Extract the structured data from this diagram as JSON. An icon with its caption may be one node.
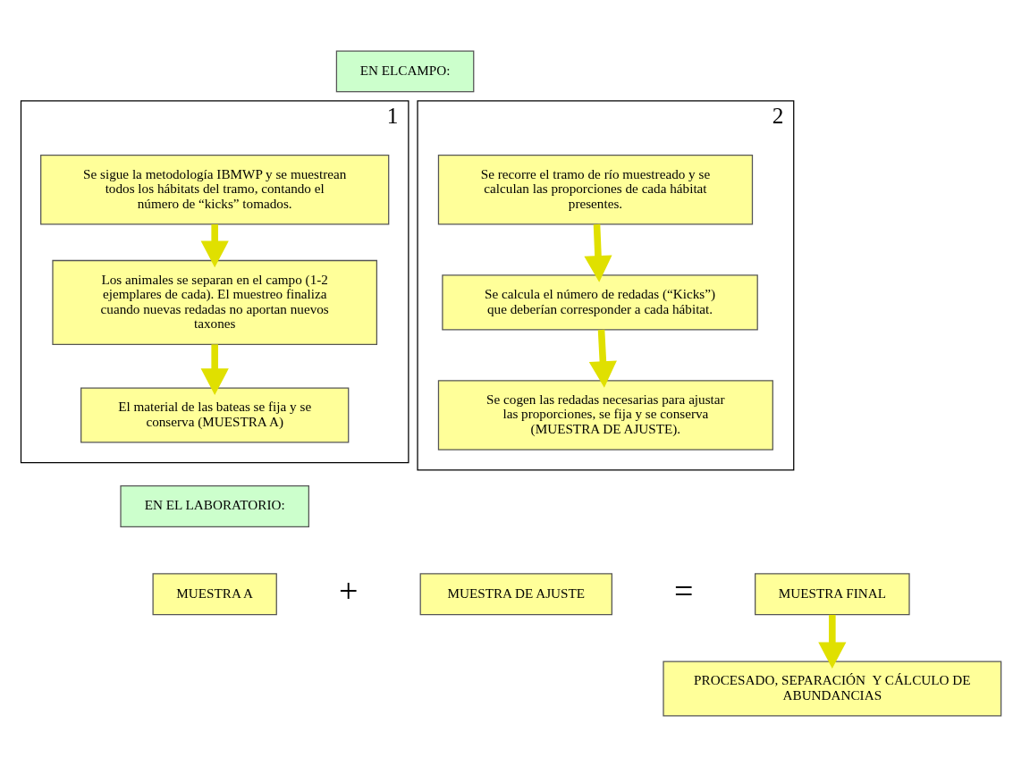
{
  "diagram": {
    "nodes": [
      {
        "text": [
          "EN ELCAMPO:"
        ]
      },
      {
        "text": [
          "1"
        ]
      },
      {
        "text": [
          "Se sigue la metodología IBMWP y se muestrean todos los hábitats del tramo, contando el número de “kicks” tomados."
        ],
        "in": 1
      },
      {
        "text": [
          "Los animales se separan en el campo (1-2 ejemplares de cada). El muestreo finaliza cuando nuevas redadas no aportan nuevos taxones"
        ],
        "in": 1
      },
      {
        "text": [
          "El material de las bateas se fija y se conserva (MUESTRA A)"
        ],
        "in": 1
      },
      {
        "text": [
          "2"
        ]
      },
      {
        "text": [
          "Se recorre el tramo de río muestreado y se calculan las proporciones de cada hábitat presentes."
        ],
        "in": 5
      },
      {
        "text": [
          "Se calcula el número de redadas (“Kicks”) que deberían corresponder a cada hábitat."
        ],
        "in": 5
      },
      {
        "text": [
          "Se cogen las redadas necesarias para ajustar las proporciones, se fija y se conserva (MUESTRA DE AJUSTE)."
        ],
        "in": 5
      },
      {
        "text": [
          "EN EL LABORATORIO:"
        ]
      },
      {
        "text": [
          "MUESTRA A"
        ]
      },
      {
        "text": [
          "MUESTRA DE AJUSTE"
        ]
      },
      {
        "text": [
          "MUESTRA FINAL"
        ]
      },
      {
        "text": [
          "PROCESADO, SEPARACIÓN  Y CÁLCULO DE ABUNDANCIAS"
        ]
      }
    ],
    "edges": [
      {
        "from": 2,
        "to": 3,
        "arrow": "to"
      },
      {
        "from": 3,
        "to": 4,
        "arrow": "to"
      },
      {
        "from": 6,
        "to": 7,
        "arrow": "to"
      },
      {
        "from": 7,
        "to": 8,
        "arrow": "to"
      },
      {
        "from": 12,
        "to": 13,
        "arrow": "to"
      }
    ],
    "labels": [
      "+",
      "="
    ]
  }
}
